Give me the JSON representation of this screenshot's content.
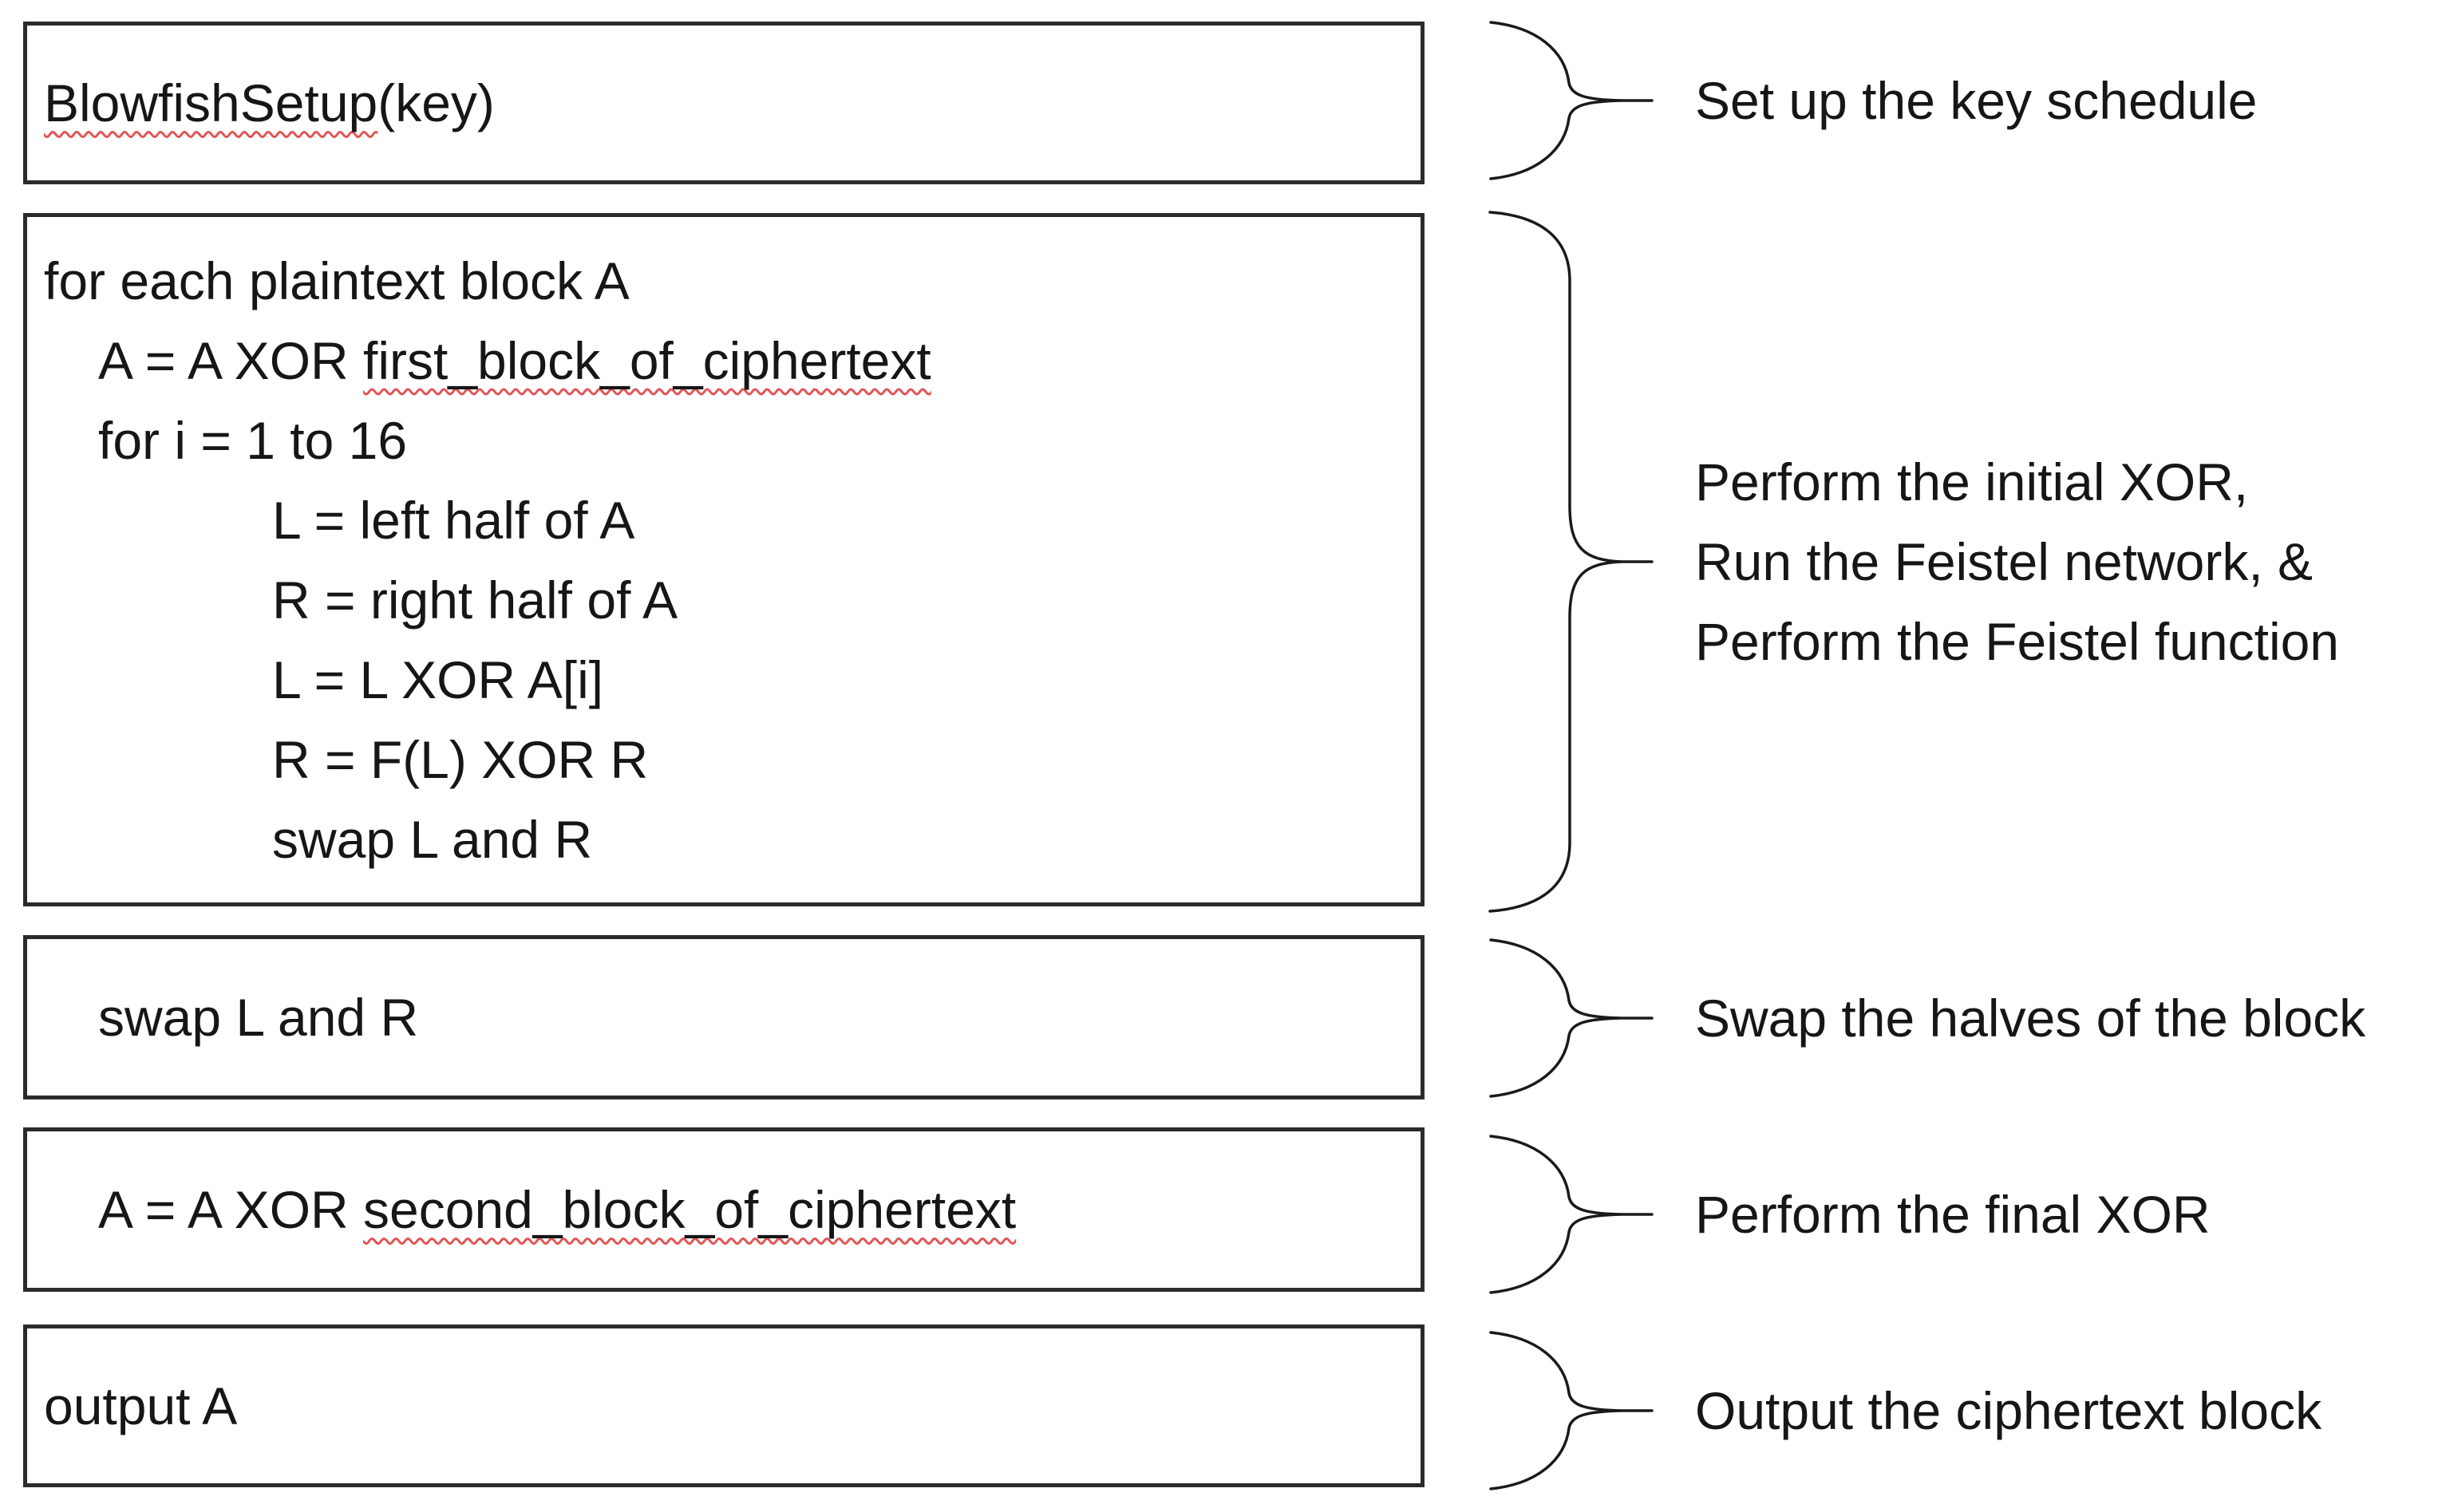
{
  "app": {
    "background": "#ffffff",
    "box_border_color": "#2b2b2b",
    "text_color": "#161616",
    "squiggle_color": "#e25555",
    "brace_color": "#1a1a1a"
  },
  "boxes": [
    {
      "id": "setup",
      "lines": [
        {
          "indent": 0,
          "segments": [
            {
              "text": "BlowfishSetup",
              "misspelled": true
            },
            {
              "text": "(key)",
              "misspelled": false
            }
          ]
        }
      ]
    },
    {
      "id": "main-loop",
      "lines": [
        {
          "indent": 0,
          "segments": [
            {
              "text": "for each plaintext block A",
              "misspelled": false
            }
          ]
        },
        {
          "indent": 1,
          "segments": [
            {
              "text": "A = A XOR ",
              "misspelled": false
            },
            {
              "text": "first_block_of_ciphertext",
              "misspelled": true
            }
          ]
        },
        {
          "indent": 1,
          "segments": [
            {
              "text": "for i = 1 to 16",
              "misspelled": false
            }
          ]
        },
        {
          "indent": 2,
          "segments": [
            {
              "text": "L = left half of A",
              "misspelled": false
            }
          ]
        },
        {
          "indent": 2,
          "segments": [
            {
              "text": "R = right half of A",
              "misspelled": false
            }
          ]
        },
        {
          "indent": 2,
          "segments": [
            {
              "text": "L = L XOR A[i]",
              "misspelled": false
            }
          ]
        },
        {
          "indent": 2,
          "segments": [
            {
              "text": "R = F(L) XOR R",
              "misspelled": false
            }
          ]
        },
        {
          "indent": 2,
          "segments": [
            {
              "text": "swap L and R",
              "misspelled": false
            }
          ]
        }
      ]
    },
    {
      "id": "swap",
      "lines": [
        {
          "indent": 1,
          "segments": [
            {
              "text": "swap L and R",
              "misspelled": false
            }
          ]
        }
      ]
    },
    {
      "id": "final-xor",
      "lines": [
        {
          "indent": 1,
          "segments": [
            {
              "text": "A = A XOR ",
              "misspelled": false
            },
            {
              "text": "second_block_of_ciphertext",
              "misspelled": true
            }
          ]
        }
      ]
    },
    {
      "id": "output",
      "lines": [
        {
          "indent": 0,
          "segments": [
            {
              "text": "output A",
              "misspelled": false
            }
          ]
        }
      ]
    }
  ],
  "annotations": [
    {
      "lines": [
        "Set up the key schedule"
      ]
    },
    {
      "lines": [
        "Perform the initial XOR,",
        "Run the Feistel network, &",
        "Perform the Feistel function"
      ]
    },
    {
      "lines": [
        "Swap the halves of the block"
      ]
    },
    {
      "lines": [
        "Perform the final XOR"
      ]
    },
    {
      "lines": [
        "Output the ciphertext block"
      ]
    }
  ]
}
